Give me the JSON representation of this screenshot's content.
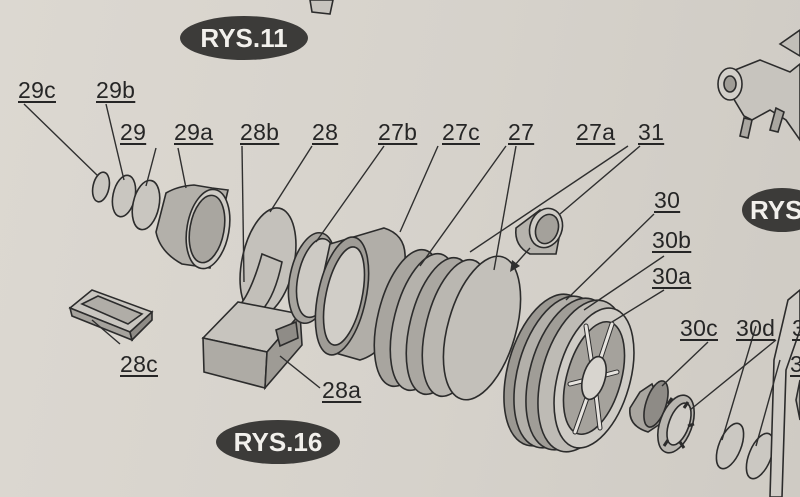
{
  "badges": [
    {
      "id": "rys11",
      "text": "RYS.11"
    },
    {
      "id": "rys16",
      "text": "RYS.16"
    },
    {
      "id": "rys-right",
      "text": "RYS"
    }
  ],
  "labels": [
    {
      "id": "29c",
      "text": "29c"
    },
    {
      "id": "29b",
      "text": "29b"
    },
    {
      "id": "29",
      "text": "29"
    },
    {
      "id": "29a",
      "text": "29a"
    },
    {
      "id": "28b",
      "text": "28b"
    },
    {
      "id": "28",
      "text": "28"
    },
    {
      "id": "27b",
      "text": "27b"
    },
    {
      "id": "27c",
      "text": "27c"
    },
    {
      "id": "27",
      "text": "27"
    },
    {
      "id": "27a",
      "text": "27a"
    },
    {
      "id": "31",
      "text": "31"
    },
    {
      "id": "30",
      "text": "30"
    },
    {
      "id": "30b",
      "text": "30b"
    },
    {
      "id": "30a",
      "text": "30a"
    },
    {
      "id": "30c",
      "text": "30c"
    },
    {
      "id": "30d",
      "text": "30d"
    },
    {
      "id": "28c",
      "text": "28c"
    },
    {
      "id": "28a",
      "text": "28a"
    },
    {
      "id": "3-top",
      "text": "3"
    },
    {
      "id": "3-bottom",
      "text": "3"
    }
  ]
}
